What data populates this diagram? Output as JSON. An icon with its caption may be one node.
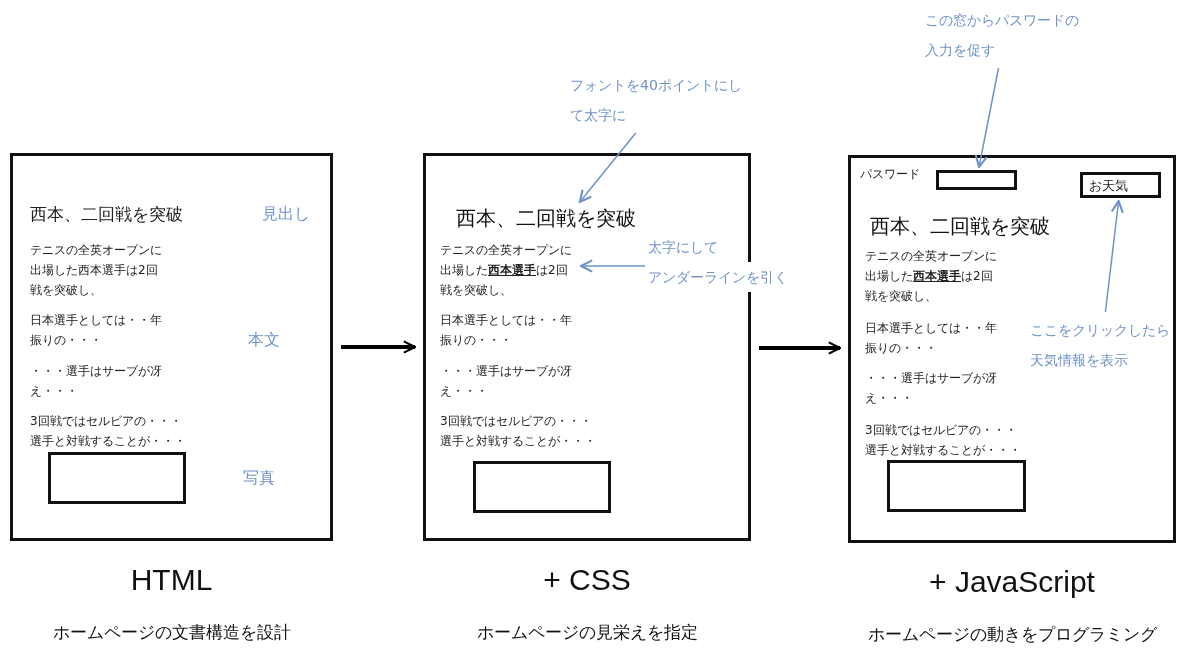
{
  "diagram": {
    "nodes": [
      {
        "text": [],
        "shape": "box",
        "beside": [
          "HTML",
          "ホームページの文書構造を設計"
        ]
      },
      {
        "text": [
          "西本、二回戦を突破"
        ],
        "in": 0
      },
      {
        "text": [
          "テニスの全英オープンに出場した西本選手は2回戦を突破し、"
        ],
        "in": 0
      },
      {
        "text": [
          "日本選手としては・・年振りの・・・"
        ],
        "in": 0
      },
      {
        "text": [
          "・・・選手はサーブが冴え・・・"
        ],
        "in": 0
      },
      {
        "text": [
          "3回戦ではセルビアの・・・選手と対戦することが・・・"
        ],
        "in": 0
      },
      {
        "text": [],
        "shape": "box",
        "in": 0
      },
      {
        "text": [],
        "shape": "box",
        "beside": [
          "+ CSS",
          "ホームページの見栄えを指定"
        ]
      },
      {
        "text": [
          "西本、二回戦を突破"
        ],
        "in": 7
      },
      {
        "text": [
          "テニスの全英オープンに出場した**西本選手**は2回戦を突破し、"
        ],
        "in": 7
      },
      {
        "text": [
          "日本選手としては・・年振りの・・・"
        ],
        "in": 7
      },
      {
        "text": [
          "・・・選手はサーブが冴え・・・"
        ],
        "in": 7
      },
      {
        "text": [
          "3回戦ではセルビアの・・・選手と対戦することが・・・"
        ],
        "in": 7
      },
      {
        "text": [],
        "shape": "box",
        "in": 7
      },
      {
        "text": [
          "フォントを40ポイントにして太字に"
        ]
      },
      {
        "text": [
          "太字にして",
          "アンダーラインを引く"
        ]
      },
      {
        "text": [],
        "shape": "box",
        "beside": [
          "+ JavaScript",
          "ホームページの動きをプログラミング"
        ]
      },
      {
        "text": [
          "パスワード"
        ],
        "in": 16
      },
      {
        "text": [],
        "shape": "box",
        "in": 16
      },
      {
        "text": [
          "お天気"
        ],
        "in": 16
      },
      {
        "text": [
          "西本、二回戦を突破"
        ],
        "in": 16
      },
      {
        "text": [
          "テニスの全英オープンに出場した**西本選手**は2回戦を突破し、"
        ],
        "in": 16
      },
      {
        "text": [
          "日本選手としては・・年振りの・・・"
        ],
        "in": 16
      },
      {
        "text": [
          "・・・選手はサーブが冴え・・・"
        ],
        "in": 16
      },
      {
        "text": [
          "3回戦ではセルビアの・・・選手と対戦することが・・・"
        ],
        "in": 16
      },
      {
        "text": [],
        "shape": "box",
        "in": 16
      },
      {
        "text": [
          "この窓からパスワードの入力を促す"
        ]
      },
      {
        "text": [
          "ここをクリックしたら天気情報を表示"
        ],
        "in": 16
      }
    ],
    "edges": [
      {
        "from": 0,
        "to": 7,
        "arrow": "to",
        "style": "thick",
        "color": "#000000"
      },
      {
        "from": 7,
        "to": 16,
        "arrow": "to",
        "style": "thick",
        "color": "#000000"
      },
      {
        "from": 14,
        "to": 8,
        "arrow": "to"
      },
      {
        "from": 15,
        "to": 9,
        "arrow": "to"
      },
      {
        "from": 26,
        "to": 18,
        "arrow": "to"
      },
      {
        "from": 27,
        "to": 19,
        "arrow": "to"
      }
    ],
    "labels": [
      "見出し",
      "本文",
      "写真"
    ]
  }
}
